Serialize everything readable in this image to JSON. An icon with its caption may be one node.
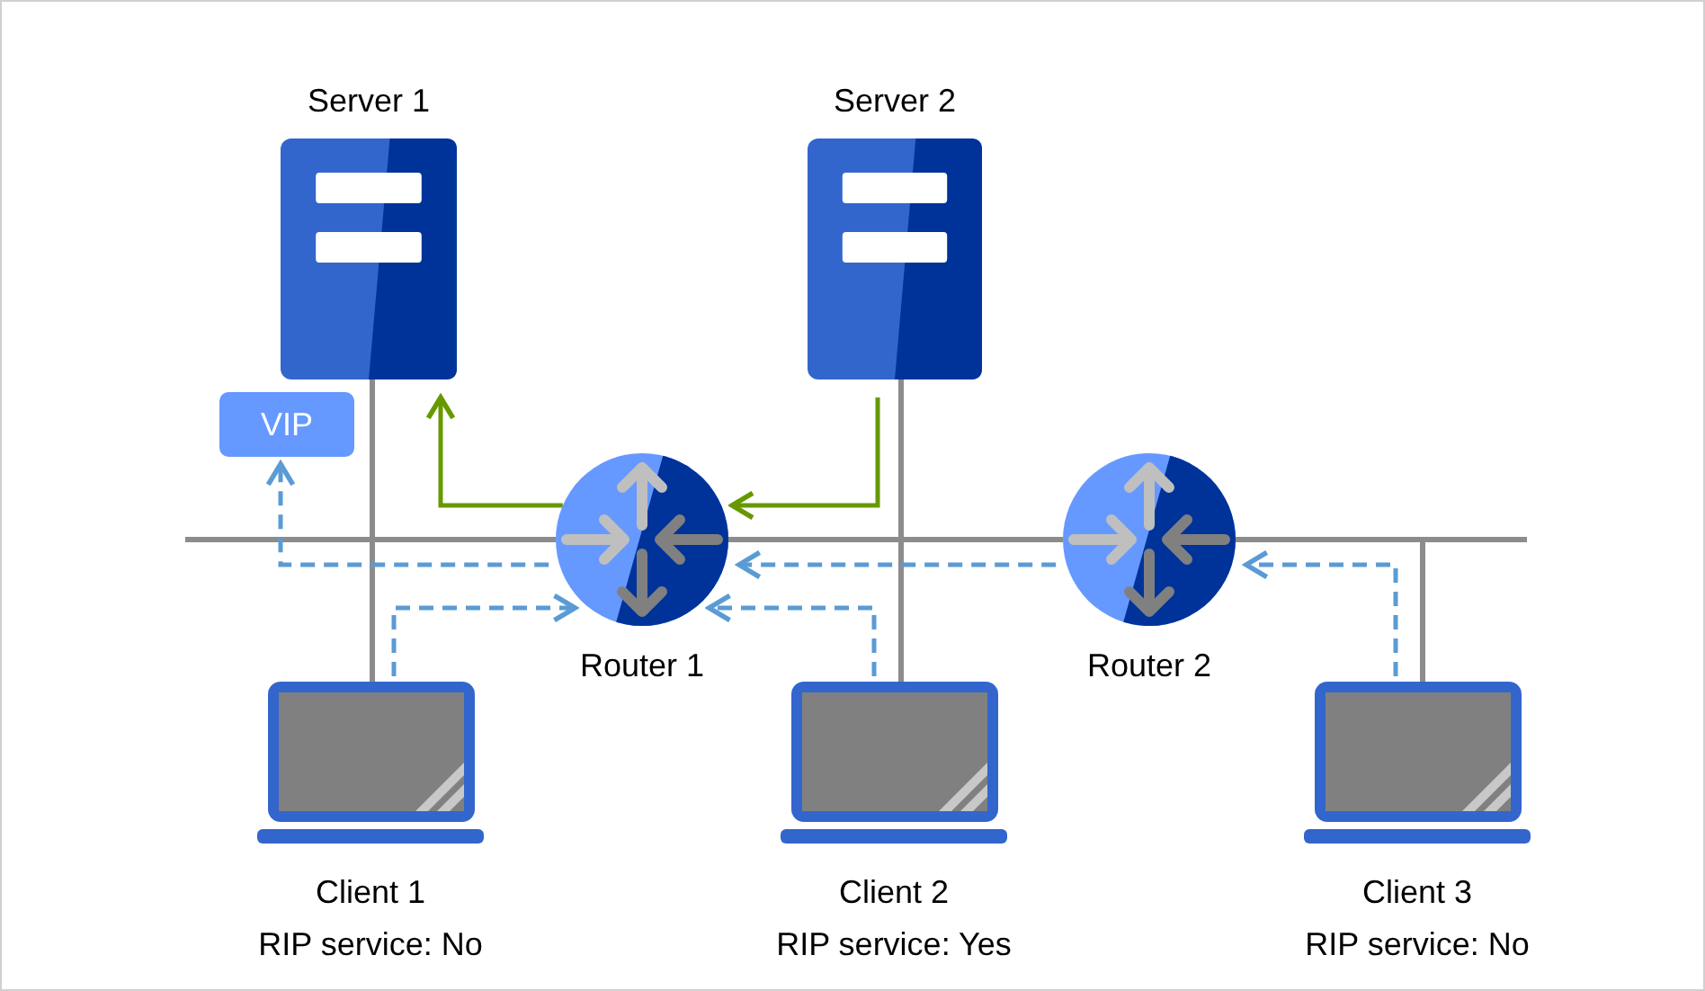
{
  "diagram": {
    "nodes": [
      {
        "text": [
          "Server 1"
        ]
      },
      {
        "text": [
          "Server 2"
        ]
      },
      {
        "text": [
          "VIP"
        ]
      },
      {
        "text": [
          "Router 1"
        ]
      },
      {
        "text": [
          "Router 2"
        ]
      },
      {
        "text": [
          "Client 1",
          "RIP service: No"
        ]
      },
      {
        "text": [
          "Client 2",
          "RIP service: Yes"
        ]
      },
      {
        "text": [
          "Client 3",
          "RIP service: No"
        ]
      }
    ],
    "edges": [
      {
        "from": 0,
        "to": 3,
        "arrow": "none"
      },
      {
        "from": 5,
        "to": 3,
        "arrow": "none"
      },
      {
        "from": 1,
        "to": 3,
        "arrow": "none"
      },
      {
        "from": 6,
        "to": 3,
        "arrow": "none"
      },
      {
        "from": 3,
        "to": 4,
        "arrow": "none"
      },
      {
        "from": 7,
        "to": 4,
        "arrow": "none"
      },
      {
        "from": 3,
        "to": 0,
        "arrow": "to",
        "color": "#669900"
      },
      {
        "from": 1,
        "to": 3,
        "arrow": "to",
        "color": "#669900"
      },
      {
        "from": 3,
        "to": 2,
        "arrow": "to",
        "style": "dashed",
        "color": "#5b9bd5"
      },
      {
        "from": 5,
        "to": 3,
        "arrow": "to",
        "style": "dashed",
        "color": "#5b9bd5"
      },
      {
        "from": 4,
        "to": 3,
        "arrow": "to",
        "style": "dashed",
        "color": "#5b9bd5"
      },
      {
        "from": 6,
        "to": 3,
        "arrow": "to",
        "style": "dashed",
        "color": "#5b9bd5"
      },
      {
        "from": 7,
        "to": 4,
        "arrow": "to",
        "style": "dashed",
        "color": "#5b9bd5"
      }
    ]
  }
}
